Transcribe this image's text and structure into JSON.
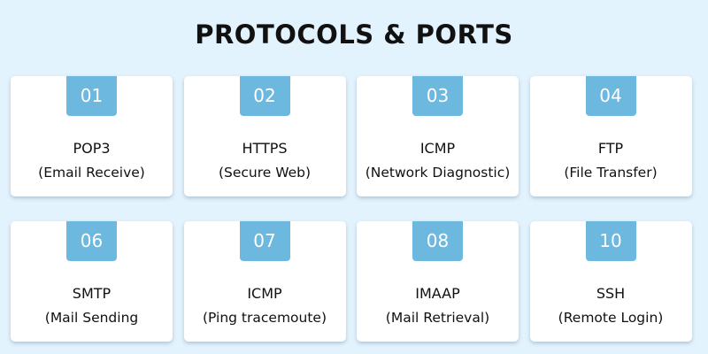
{
  "title": "PROTOCOLS & PORTS",
  "colors": {
    "background": "#e3f3fd",
    "badge": "#6cb8df",
    "card": "#ffffff"
  },
  "cards": [
    {
      "number": "01",
      "name": "POP3",
      "desc": "(Email Receive)"
    },
    {
      "number": "02",
      "name": "HTTPS",
      "desc": "(Secure Web)"
    },
    {
      "number": "03",
      "name": "ICMP",
      "desc": "(Network Diagnostic)"
    },
    {
      "number": "04",
      "name": "FTP",
      "desc": "(File Transfer)"
    },
    {
      "number": "06",
      "name": "SMTP",
      "desc": "(Mail Sending"
    },
    {
      "number": "07",
      "name": "ICMP",
      "desc": "(Ping tracemoute)"
    },
    {
      "number": "08",
      "name": "IMAAP",
      "desc": "(Mail Retrieval)"
    },
    {
      "number": "10",
      "name": "SSH",
      "desc": "(Remote Login)"
    }
  ]
}
